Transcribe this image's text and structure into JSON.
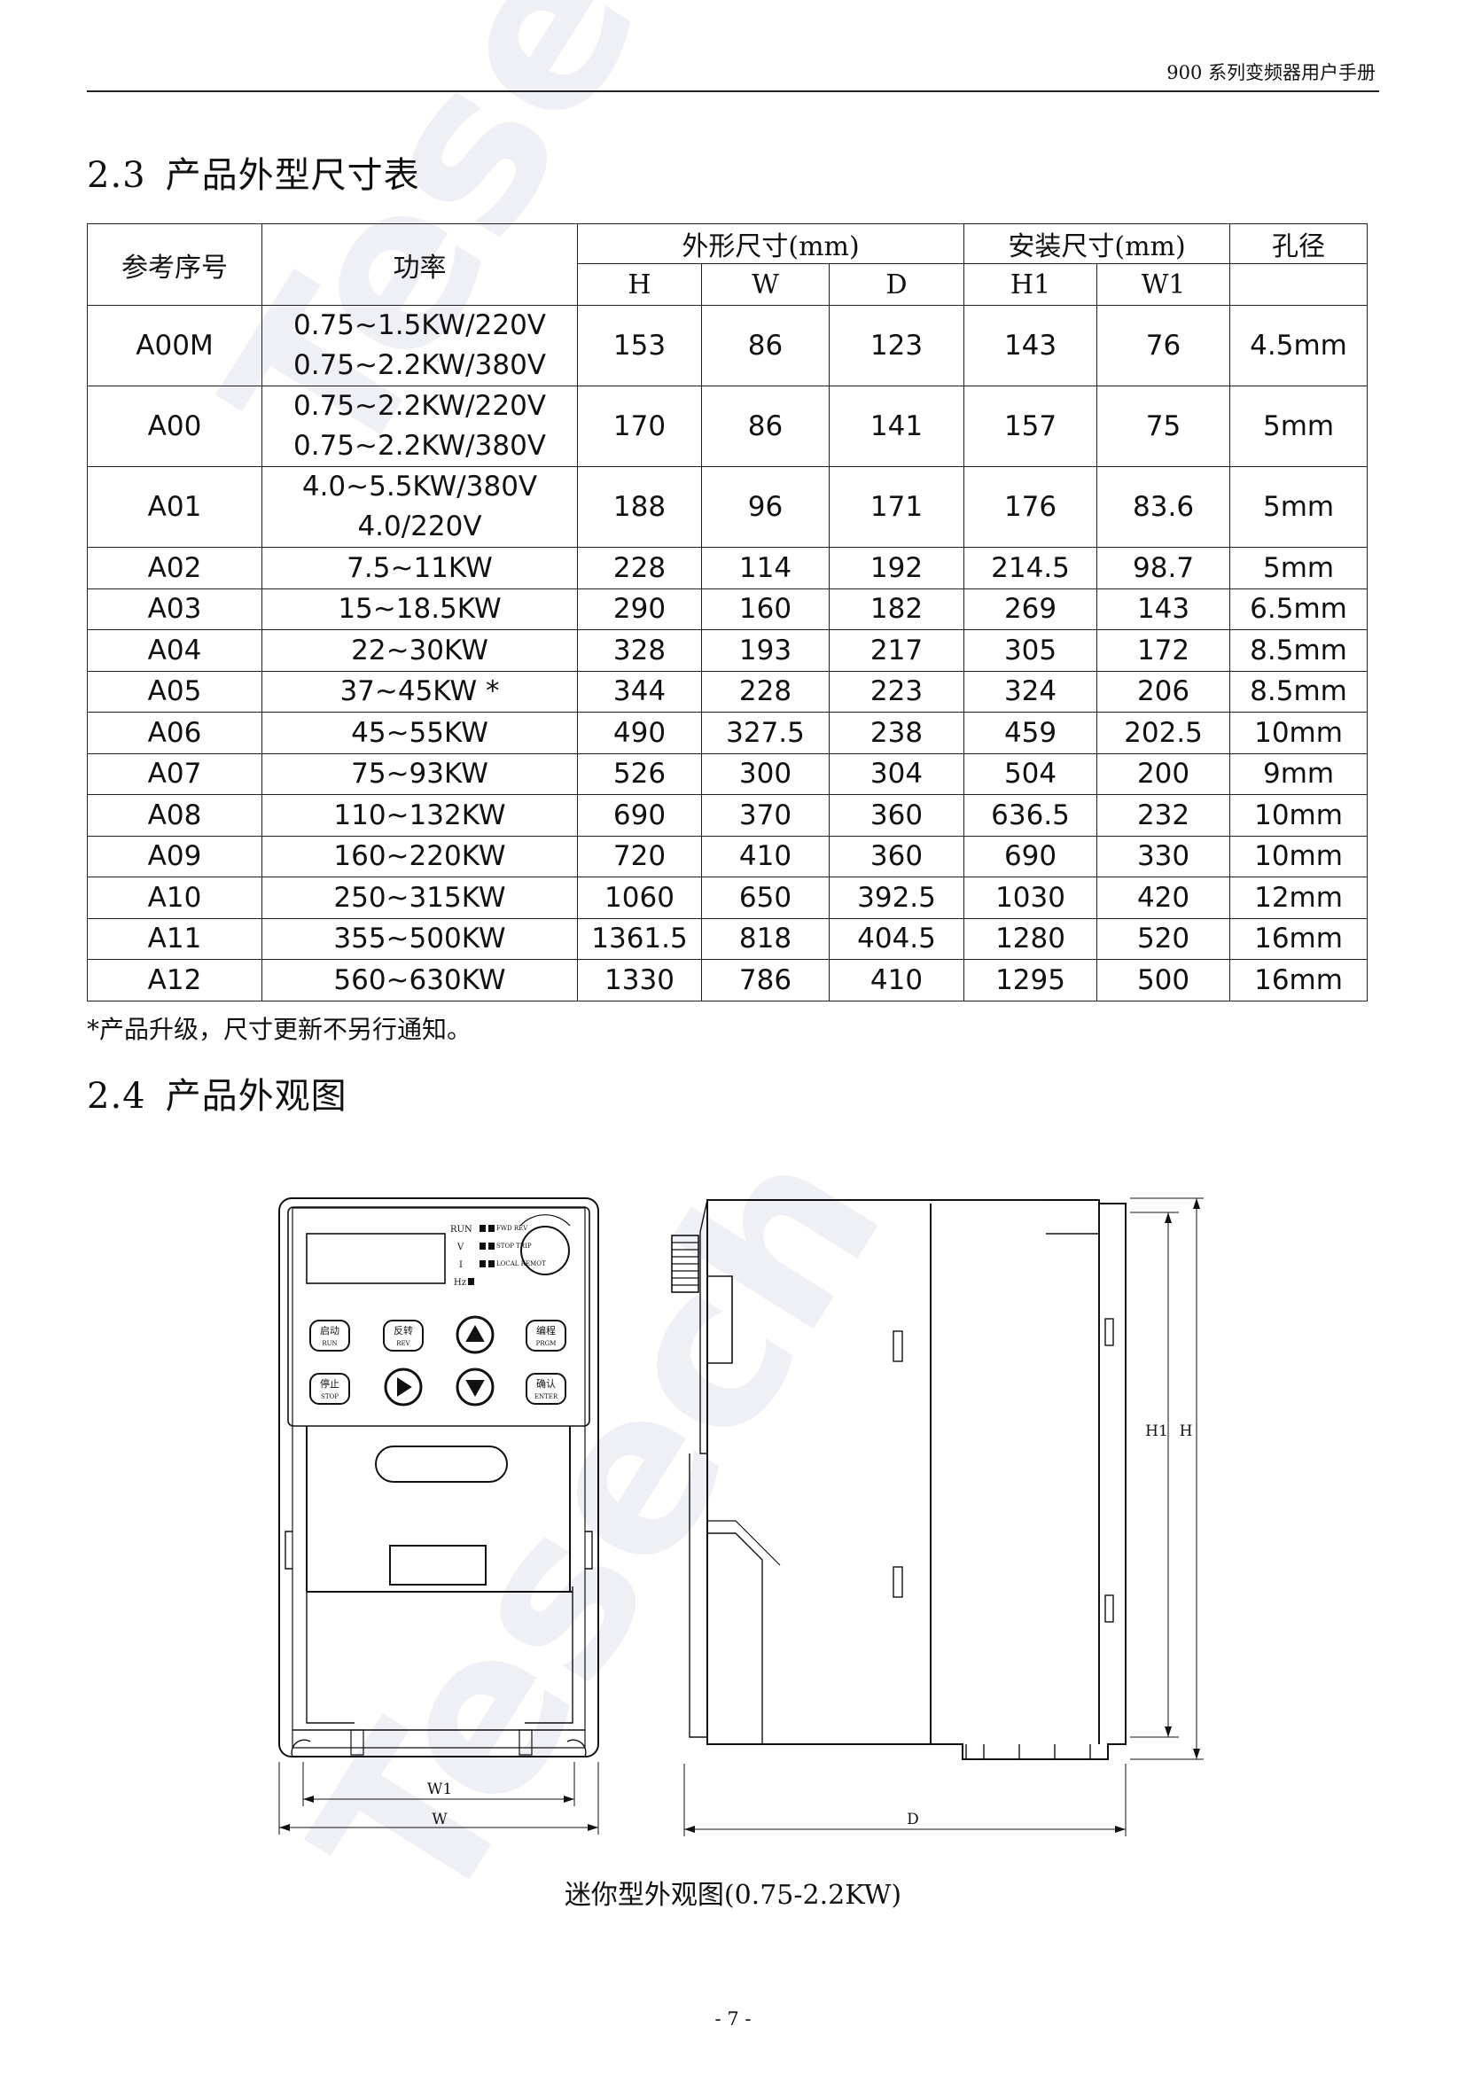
{
  "header": {
    "title": "900 系列变频器用户手册"
  },
  "watermark": "Tesech",
  "section1": {
    "number": "2.3",
    "title": "产品外型尺寸表"
  },
  "table": {
    "col_ref": "参考序号",
    "col_power": "功率",
    "group_outline": "外形尺寸(mm)",
    "group_install": "安装尺寸(mm)",
    "col_hole": "孔径",
    "sub_H": "H",
    "sub_W": "W",
    "sub_D": "D",
    "sub_H1": "H1",
    "sub_W1": "W1",
    "rows": [
      {
        "ref": "A00M",
        "power1": "0.75~1.5KW/220V",
        "power2": "0.75~2.2KW/380V",
        "H": "153",
        "W": "86",
        "D": "123",
        "H1": "143",
        "W1": "76",
        "hole": "4.5mm"
      },
      {
        "ref": "A00",
        "power1": "0.75~2.2KW/220V",
        "power2": "0.75~2.2KW/380V",
        "H": "170",
        "W": "86",
        "D": "141",
        "H1": "157",
        "W1": "75",
        "hole": "5mm"
      },
      {
        "ref": "A01",
        "power1": "4.0~5.5KW/380V",
        "power2": "4.0/220V",
        "H": "188",
        "W": "96",
        "D": "171",
        "H1": "176",
        "W1": "83.6",
        "hole": "5mm"
      },
      {
        "ref": "A02",
        "power1": "7.5~11KW",
        "H": "228",
        "W": "114",
        "D": "192",
        "H1": "214.5",
        "W1": "98.7",
        "hole": "5mm"
      },
      {
        "ref": "A03",
        "power1": "15~18.5KW",
        "H": "290",
        "W": "160",
        "D": "182",
        "H1": "269",
        "W1": "143",
        "hole": "6.5mm"
      },
      {
        "ref": "A04",
        "power1": "22~30KW",
        "H": "328",
        "W": "193",
        "D": "217",
        "H1": "305",
        "W1": "172",
        "hole": "8.5mm"
      },
      {
        "ref": "A05",
        "power1": "37~45KW *",
        "H": "344",
        "W": "228",
        "D": "223",
        "H1": "324",
        "W1": "206",
        "hole": "8.5mm"
      },
      {
        "ref": "A06",
        "power1": "45~55KW",
        "H": "490",
        "W": "327.5",
        "D": "238",
        "H1": "459",
        "W1": "202.5",
        "hole": "10mm"
      },
      {
        "ref": "A07",
        "power1": "75~93KW",
        "H": "526",
        "W": "300",
        "D": "304",
        "H1": "504",
        "W1": "200",
        "hole": "9mm"
      },
      {
        "ref": "A08",
        "power1": "110~132KW",
        "H": "690",
        "W": "370",
        "D": "360",
        "H1": "636.5",
        "W1": "232",
        "hole": "10mm"
      },
      {
        "ref": "A09",
        "power1": "160~220KW",
        "H": "720",
        "W": "410",
        "D": "360",
        "H1": "690",
        "W1": "330",
        "hole": "10mm"
      },
      {
        "ref": "A10",
        "power1": "250~315KW",
        "H": "1060",
        "W": "650",
        "D": "392.5",
        "H1": "1030",
        "W1": "420",
        "hole": "12mm"
      },
      {
        "ref": "A11",
        "power1": "355~500KW",
        "H": "1361.5",
        "W": "818",
        "D": "404.5",
        "H1": "1280",
        "W1": "520",
        "hole": "16mm"
      },
      {
        "ref": "A12",
        "power1": "560~630KW",
        "H": "1330",
        "W": "786",
        "D": "410",
        "H1": "1295",
        "W1": "500",
        "hole": "16mm"
      }
    ]
  },
  "footnote": "*产品升级，尺寸更新不另行通知。",
  "section2": {
    "number": "2.4",
    "title": "产品外观图"
  },
  "drawing": {
    "panel_labels": {
      "run": "RUN",
      "v": "V",
      "i": "I",
      "hz": "Hz",
      "fwd_rev": "FWD REV",
      "stop_trip": "STOP TRIP",
      "local_remot": "LOCAL REMOT"
    },
    "keys": [
      {
        "cn": "启动",
        "en": "RUN"
      },
      {
        "cn": "反转",
        "en": "REV"
      },
      {
        "cn": "编程",
        "en": "PRGM"
      },
      {
        "cn": "停止",
        "en": "STOP"
      },
      {
        "cn": "确认",
        "en": "ENTER"
      }
    ],
    "dim_W1": "W1",
    "dim_W": "W",
    "dim_D": "D",
    "dim_H1": "H1",
    "dim_H": "H",
    "caption": "迷你型外观图(0.75-2.2KW)"
  },
  "page_number": "- 7 -"
}
